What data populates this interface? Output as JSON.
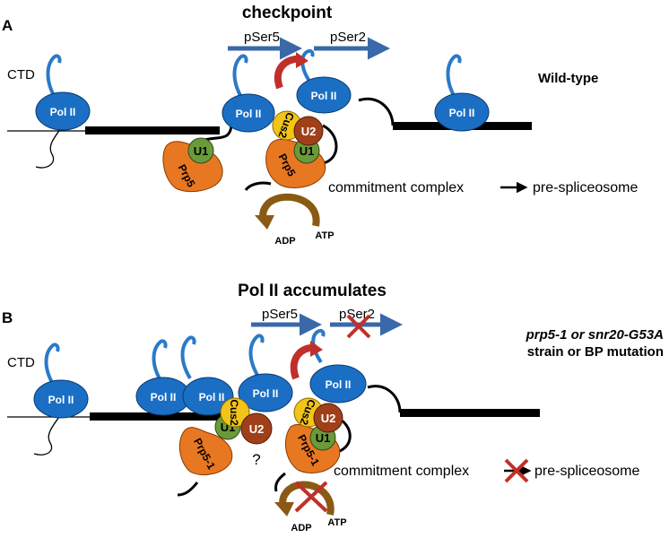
{
  "panel_a": {
    "letter": "A",
    "title": "checkpoint",
    "ctd_label": "CTD",
    "pser5": "pSer5",
    "pser2": "pSer2",
    "condition": "Wild-type",
    "pol": "Pol II",
    "u1": "U1",
    "u2": "U2",
    "prp5": "Prp5",
    "cus2": "Cus2",
    "commitment": "commitment complex",
    "prespliceosome": "pre-spliceosome",
    "adp": "ADP",
    "atp": "ATP"
  },
  "panel_b": {
    "letter": "B",
    "title": "Pol II accumulates",
    "ctd_label": "CTD",
    "pser5": "pSer5",
    "pser2": "pSer2",
    "condition_line1": "prp5-1 or snr20-G53A",
    "condition_line2": "strain or BP mutation",
    "pol": "Pol II",
    "u1": "U1",
    "u2": "U2",
    "prp5": "Prp5-1",
    "cus2": "Cus2",
    "question": "?",
    "commitment": "commitment complex",
    "prespliceosome": "pre-spliceosome",
    "adp": "ADP",
    "atp": "ATP"
  },
  "colors": {
    "pol_ii": "#1a6fc4",
    "ctd_tail": "#2a7ac8",
    "pser_arrow": "#3a68a8",
    "prp5": "#e87722",
    "u1": "#6a9a3a",
    "u2": "#a0401a",
    "cus2": "#f2c418",
    "recycle_arrow": "#c0302a",
    "atp_arrow": "#8a5a14",
    "block_x": "#c0302a"
  }
}
